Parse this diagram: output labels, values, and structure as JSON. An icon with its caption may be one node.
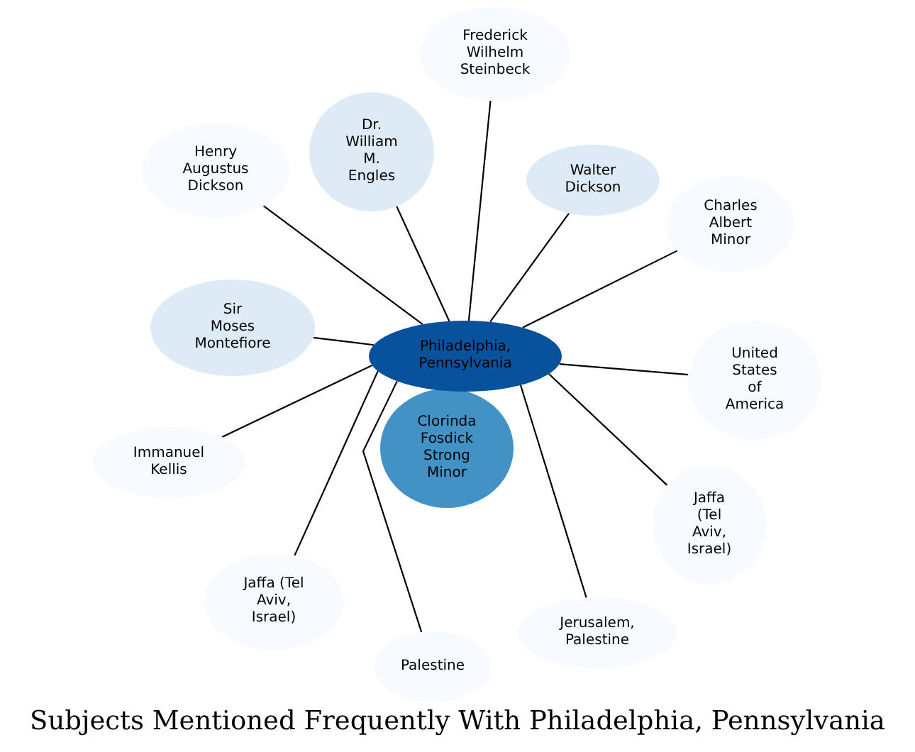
{
  "diagram": {
    "title": "Subjects Mentioned Frequently With Philadelphia, Pennsylvania",
    "nodes": [
      {
        "text": [
          "Frederick Wilhelm Steinbeck"
        ]
      },
      {
        "text": [
          "Dr. William M. Engles"
        ]
      },
      {
        "text": [
          "Henry Augustus Dickson"
        ]
      },
      {
        "text": [
          "Walter Dickson"
        ]
      },
      {
        "text": [
          "Charles Albert Minor"
        ]
      },
      {
        "text": [
          "Sir Moses Montefiore"
        ]
      },
      {
        "text": [
          "Philadelphia, Pennsylvania"
        ]
      },
      {
        "text": [
          "United States of America"
        ]
      },
      {
        "text": [
          "Clorinda Fosdick Strong Minor"
        ]
      },
      {
        "text": [
          "Immanuel Kellis"
        ]
      },
      {
        "text": [
          "Jaffa (Tel Aviv, Israel)"
        ]
      },
      {
        "text": [
          "Jaffa (Tel Aviv, Israel)"
        ]
      },
      {
        "text": [
          "Jerusalem, Palestine"
        ]
      },
      {
        "text": [
          "Palestine"
        ]
      }
    ],
    "edges": [
      {
        "from": 6,
        "to": 0,
        "arrow": "none"
      },
      {
        "from": 6,
        "to": 1,
        "arrow": "none"
      },
      {
        "from": 6,
        "to": 2,
        "arrow": "none"
      },
      {
        "from": 6,
        "to": 3,
        "arrow": "none"
      },
      {
        "from": 6,
        "to": 4,
        "arrow": "none"
      },
      {
        "from": 6,
        "to": 5,
        "arrow": "none"
      },
      {
        "from": 6,
        "to": 7,
        "arrow": "none"
      },
      {
        "from": 6,
        "to": 9,
        "arrow": "none"
      },
      {
        "from": 6,
        "to": 10,
        "arrow": "none"
      },
      {
        "from": 6,
        "to": 11,
        "arrow": "none"
      },
      {
        "from": 6,
        "to": 12,
        "arrow": "none"
      },
      {
        "from": 6,
        "to": 13,
        "arrow": "none"
      }
    ]
  }
}
